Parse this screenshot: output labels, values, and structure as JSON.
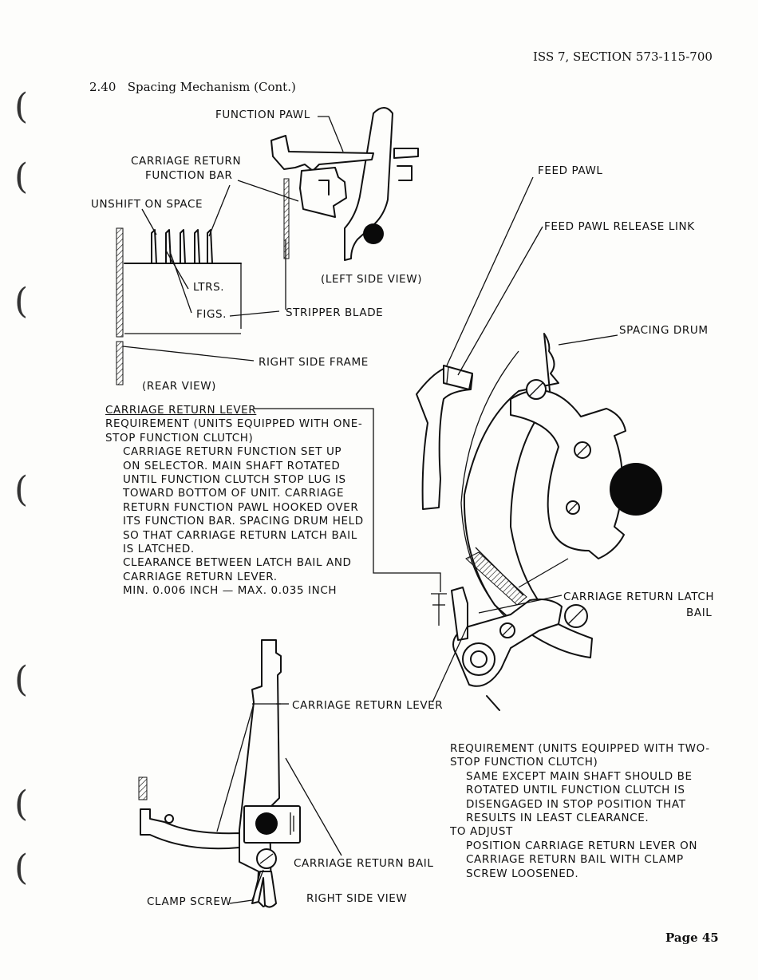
{
  "header": {
    "section_ref": "ISS 7, SECTION 573-115-700"
  },
  "section": {
    "number": "2.40",
    "title": "Spacing Mechanism (Cont.)"
  },
  "labels": {
    "function_pawl": "FUNCTION PAWL",
    "carriage_return_function_bar_1": "CARRIAGE RETURN",
    "carriage_return_function_bar_2": "FUNCTION BAR",
    "unshift_on_space": "UNSHIFT ON SPACE",
    "ltrs": "LTRS.",
    "figs": "FIGS.",
    "stripper_blade": "STRIPPER BLADE",
    "left_side_view": "(LEFT SIDE VIEW)",
    "right_side_frame": "RIGHT SIDE FRAME",
    "rear_view": "(REAR VIEW)",
    "feed_pawl": "FEED PAWL",
    "feed_pawl_release_link": "FEED PAWL RELEASE LINK",
    "spacing_drum": "SPACING DRUM",
    "carriage_return_latch_bail_1": "CARRIAGE RETURN LATCH",
    "carriage_return_latch_bail_2": "BAIL",
    "carriage_return_lever": "CARRIAGE RETURN LEVER",
    "carriage_return_bail": "CARRIAGE RETURN BAIL",
    "clamp_screw": "CLAMP SCREW",
    "right_side_view": "RIGHT SIDE VIEW"
  },
  "requirement_one_stop": {
    "heading": "CARRIAGE RETURN LEVER",
    "lines": [
      "REQUIREMENT (UNITS EQUIPPED WITH ONE-",
      "STOP FUNCTION CLUTCH)",
      "CARRIAGE RETURN FUNCTION SET UP",
      "ON SELECTOR.  MAIN SHAFT ROTATED",
      "UNTIL FUNCTION CLUTCH STOP LUG IS",
      "TOWARD BOTTOM OF UNIT.  CARRIAGE",
      "RETURN FUNCTION PAWL HOOKED OVER",
      "ITS FUNCTION BAR.  SPACING DRUM HELD",
      "SO THAT CARRIAGE RETURN LATCH BAIL",
      "IS LATCHED.",
      "CLEARANCE BETWEEN LATCH BAIL AND",
      "CARRIAGE RETURN LEVER.",
      "MIN.  0.006 INCH — MAX.  0.035 INCH"
    ]
  },
  "requirement_two_stop": {
    "lines": [
      "REQUIREMENT (UNITS EQUIPPED WITH TWO-",
      "STOP FUNCTION CLUTCH)",
      "SAME EXCEPT MAIN SHAFT SHOULD BE",
      "ROTATED UNTIL FUNCTION CLUTCH IS",
      "DISENGAGED IN STOP POSITION THAT",
      "RESULTS IN LEAST CLEARANCE.",
      "TO ADJUST",
      "POSITION CARRIAGE RETURN LEVER ON",
      "CARRIAGE RETURN BAIL WITH CLAMP",
      "SCREW LOOSENED."
    ]
  },
  "footer": {
    "page_label": "Page 45"
  }
}
